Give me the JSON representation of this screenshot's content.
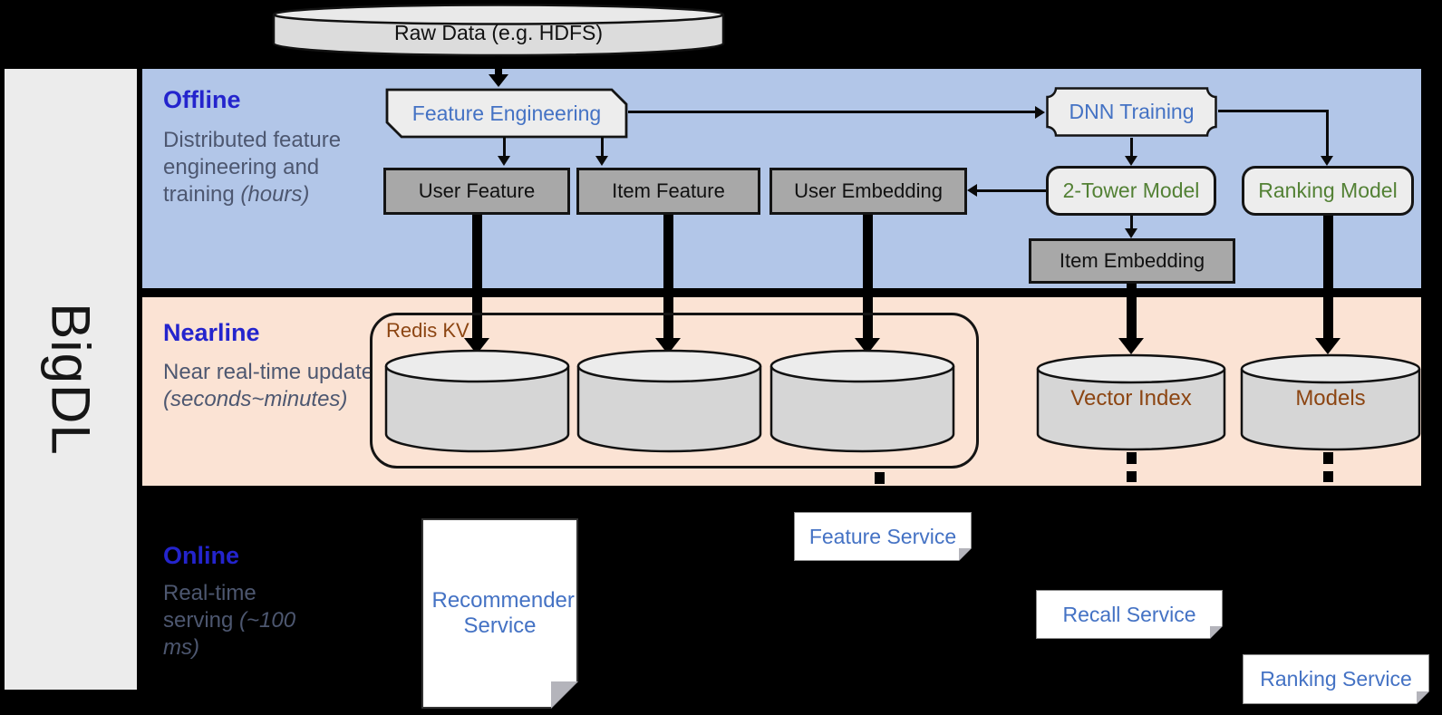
{
  "brand": {
    "label": "BigDL"
  },
  "source_store": {
    "label": "Raw Data (e.g. HDFS)"
  },
  "lanes": {
    "offline": {
      "title": "Offline",
      "subtitle": "Distributed feature engineering and training ",
      "subtitle_italic": "(hours)"
    },
    "nearline": {
      "title": "Nearline",
      "subtitle": "Near real-time update ",
      "subtitle_italic": "(seconds~minutes)"
    },
    "online": {
      "title": "Online",
      "subtitle": "Real-time serving ",
      "subtitle_italic": "(~100 ms)"
    }
  },
  "offline_nodes": {
    "feature_engineering": "Feature Engineering",
    "dnn_training": "DNN Training",
    "user_feature": "User Feature",
    "item_feature": "Item Feature",
    "user_embedding": "User Embedding",
    "two_tower_model": "2-Tower Model",
    "ranking_model": "Ranking Model",
    "item_embedding": "Item Embedding"
  },
  "nearline_nodes": {
    "redis_kv": "Redis KV",
    "vector_index": "Vector Index",
    "models": "Models"
  },
  "online_nodes": {
    "recommender_service": "Recommender Service",
    "feature_service": "Feature Service",
    "recall_service": "Recall Service",
    "ranking_service": "Ranking Service"
  },
  "colors": {
    "offline_bg": "#b2c6e8",
    "nearline_bg": "#fbe3d4",
    "sidebar_bg": "#ececec",
    "gray_node": "#a8a8a8",
    "light_node": "#ededed",
    "heading_blue": "#2424cd",
    "node_blue": "#4472c4",
    "model_green": "#538135",
    "store_brown": "#8c4512",
    "muted_text": "#4d5770"
  }
}
